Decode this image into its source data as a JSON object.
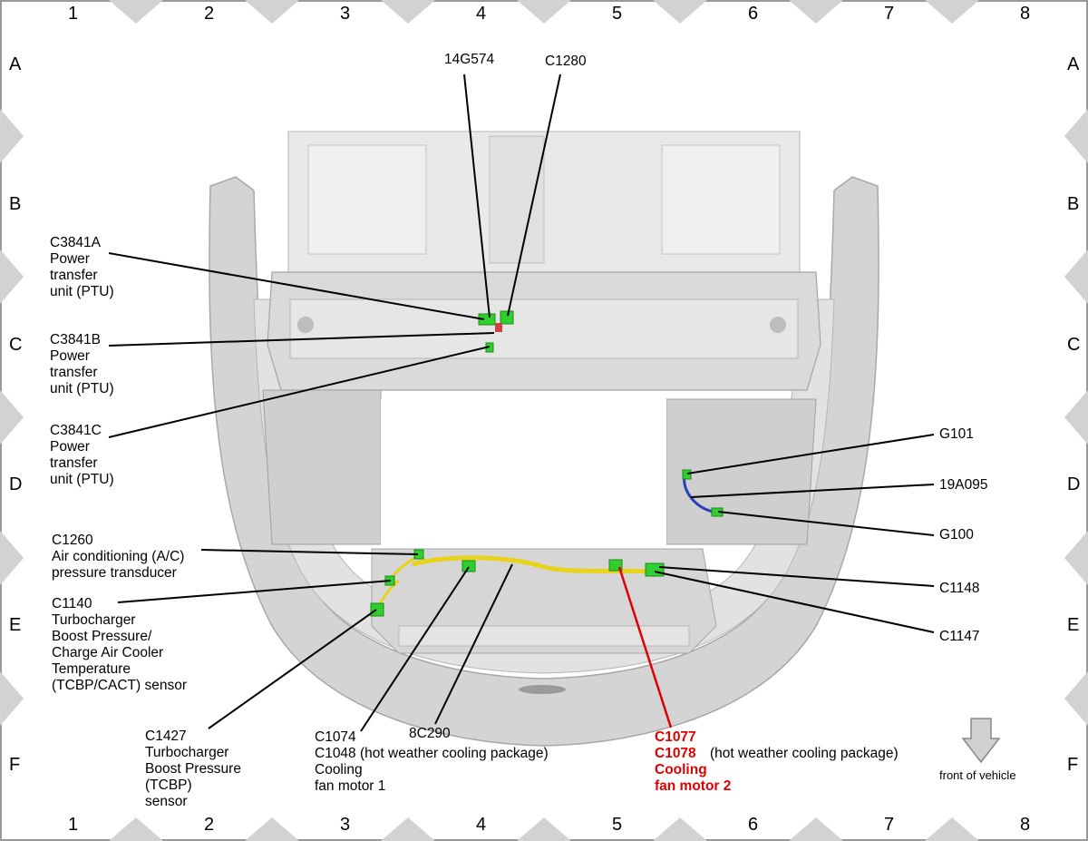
{
  "grid": {
    "columns": [
      "1",
      "2",
      "3",
      "4",
      "5",
      "6",
      "7",
      "8"
    ],
    "rows": [
      "A",
      "B",
      "C",
      "D",
      "E",
      "F"
    ]
  },
  "callouts": {
    "c14g574": "14G574",
    "c1280": "C1280",
    "c3841a": [
      "C3841A",
      "Power",
      "transfer",
      "unit (PTU)"
    ],
    "c3841b": [
      "C3841B",
      "Power",
      "transfer",
      "unit (PTU)"
    ],
    "c3841c": [
      "C3841C",
      "Power",
      "transfer",
      "unit (PTU)"
    ],
    "g101": "G101",
    "c19a095": "19A095",
    "g100": "G100",
    "c1260": [
      "C1260",
      "Air conditioning (A/C)",
      "pressure transducer"
    ],
    "c1148": "C1148",
    "c1140": [
      "C1140",
      "Turbocharger",
      "Boost Pressure/",
      "Charge Air Cooler",
      "Temperature",
      "(TCBP/CACT) sensor"
    ],
    "c1147": "C1147",
    "c1427": [
      "C1427",
      "Turbocharger",
      "Boost Pressure",
      "(TCBP)",
      "sensor"
    ],
    "c1074": [
      "C1074",
      "C1048 (hot weather cooling package)",
      "Cooling",
      "fan motor 1"
    ],
    "c8c290": "8C290",
    "c1077_red": [
      "C1077",
      "C1078",
      "Cooling",
      "fan motor 2"
    ],
    "c1077_note": "(hot weather cooling package)"
  },
  "front_label": "front of vehicle",
  "colors": {
    "leader": "#000000",
    "leader_highlight": "#e00000",
    "harness": "#e8d21a",
    "connector": "#2fcf2f",
    "body_panel": "#d9d9d9",
    "grid_triangle": "#d2d2d2"
  }
}
